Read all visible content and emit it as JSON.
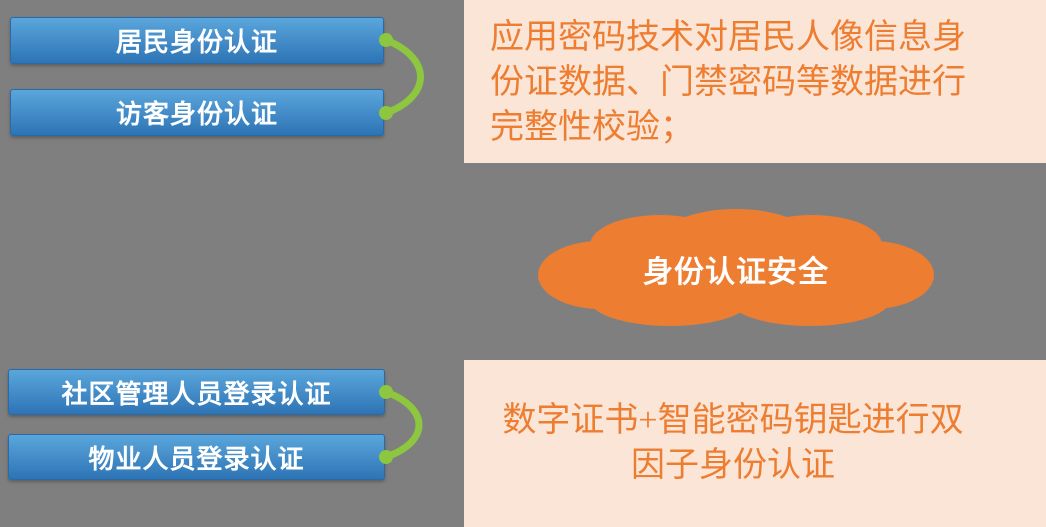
{
  "colors": {
    "canvas_bg": "#7F7F7F",
    "button_blue_light": "#5BA6DC",
    "button_blue_dark": "#2E74B5",
    "note_bg": "#FBE5D6",
    "note_text": "#ED7D31",
    "cloud_fill": "#ED7D31",
    "cloud_text": "#FFFFFF",
    "connector_green": "#8DC63F"
  },
  "top_group": {
    "buttons": [
      {
        "label": "居民身份认证"
      },
      {
        "label": "访客身份认证"
      }
    ],
    "note": "应用密码技术对居民人像信息身份证数据、门禁密码等数据进行完整性校验；"
  },
  "center": {
    "cloud_label": "身份认证安全"
  },
  "bottom_group": {
    "buttons": [
      {
        "label": "社区管理人员登录认证"
      },
      {
        "label": "物业人员登录认证"
      }
    ],
    "note": "数字证书+智能密码钥匙进行双因子身份认证"
  }
}
